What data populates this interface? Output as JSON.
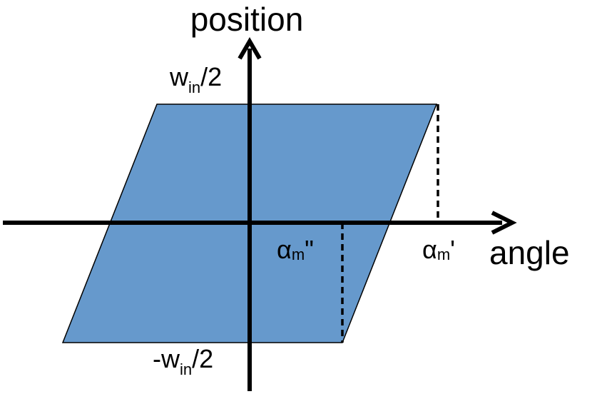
{
  "axes": {
    "y_title": "position",
    "x_title": "angle"
  },
  "labels": {
    "top": {
      "prefix": "w",
      "sub": "in",
      "suffix": "/2"
    },
    "bottom": {
      "prefix": "-w",
      "sub": "in",
      "suffix": "/2"
    },
    "alpha_double_prime": {
      "main": "α",
      "sub": "m",
      "suffix": "\""
    },
    "alpha_prime": {
      "main": "α",
      "sub": "m",
      "suffix": "'"
    }
  },
  "colors": {
    "parallelogram_fill": "#6699CC",
    "axis": "#000000",
    "text": "#000000"
  }
}
